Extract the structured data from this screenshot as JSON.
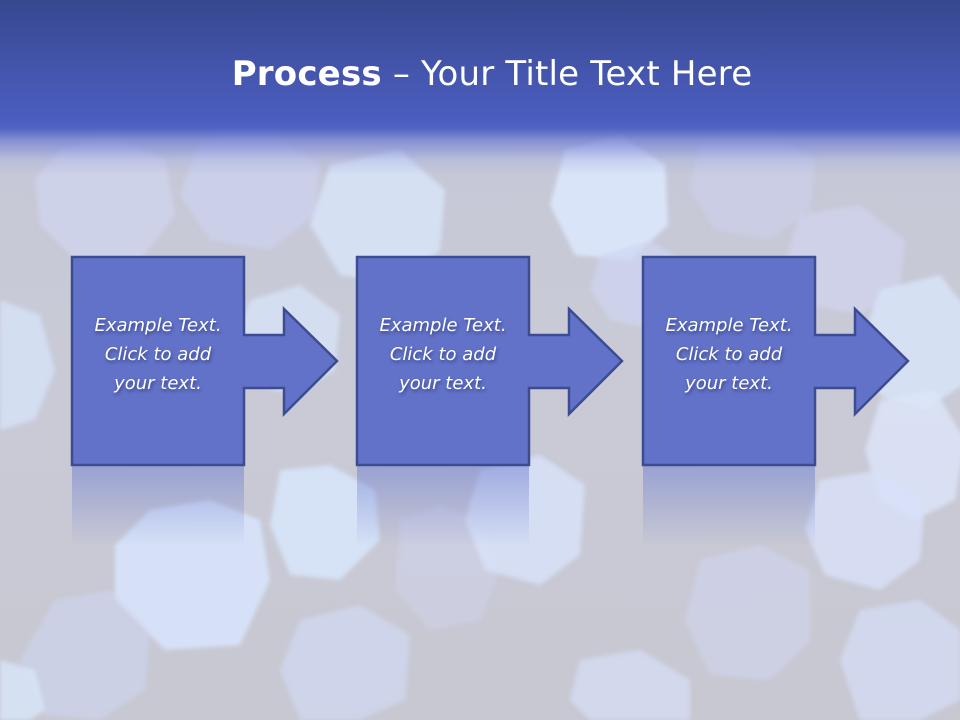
{
  "slide": {
    "title_bold": "Process",
    "title_rest": " – Your Title Text Here"
  },
  "steps": [
    {
      "line1": "Example Text.",
      "line2": "Click  to add",
      "line3": "your text."
    },
    {
      "line1": "Example Text.",
      "line2": "Click  to add",
      "line3": "your text."
    },
    {
      "line1": "Example Text.",
      "line2": "Click  to add",
      "line3": "your text."
    }
  ],
  "colors": {
    "header_top": "#37488f",
    "header_bottom": "#4b5ec0",
    "shape_fill": "#6272c8",
    "shape_border": "#3d4c90",
    "background": "#c9c9d3",
    "bokeh": "#d6e2f8",
    "text": "#ffffff"
  },
  "icons": {
    "arrow": "right-arrow-icon"
  }
}
